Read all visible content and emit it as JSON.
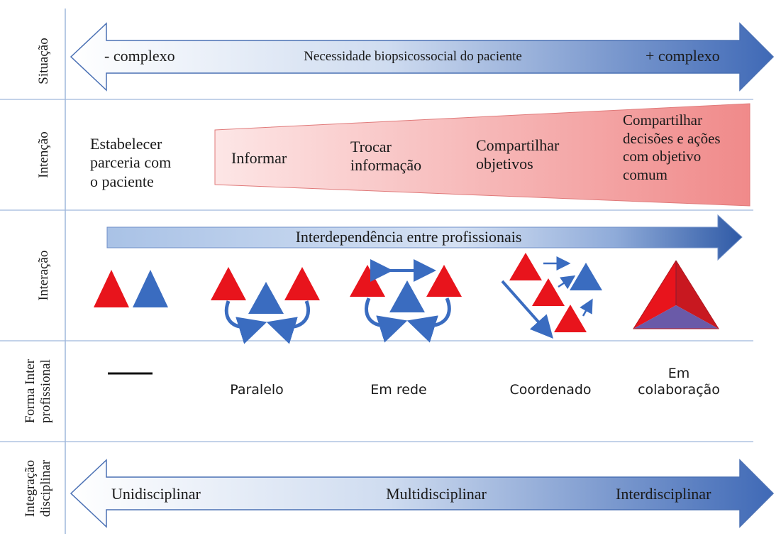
{
  "row_labels": {
    "situacao": "Situação",
    "intencao": "Intenção",
    "interacao": "Interação",
    "forma": "Forma Inter\nprofissional",
    "integracao": "Integração\ndisciplinar"
  },
  "situacao": {
    "left": "- complexo",
    "center": "Necessidade biopsicossocial do paciente",
    "right": "+ complexo"
  },
  "intencao": {
    "estabelecer": "Estabelecer\nparceria com\no paciente",
    "informar": "Informar",
    "trocar": "Trocar\ninformação",
    "compartilhar_obj": "Compartilhar\nobjetivos",
    "compartilhar_dec": "Compartilhar\ndecisões e ações\ncom objetivo\ncomum"
  },
  "interacao": {
    "arrow_label": "Interdependência entre profissionais"
  },
  "forma": {
    "paralelo": "Paralelo",
    "em_rede": "Em rede",
    "coordenado": "Coordenado",
    "colaboracao": "Em\ncolaboração"
  },
  "integracao": {
    "left": "Unidisciplinar",
    "center": "Multidisciplinar",
    "right": "Interdisciplinar"
  },
  "colors": {
    "red": "#e8141c",
    "blue": "#3a6cc0",
    "arrow_dark": "#3d62b0",
    "grid_line": "#9fb8dc",
    "wedge": "#f08c8c"
  }
}
